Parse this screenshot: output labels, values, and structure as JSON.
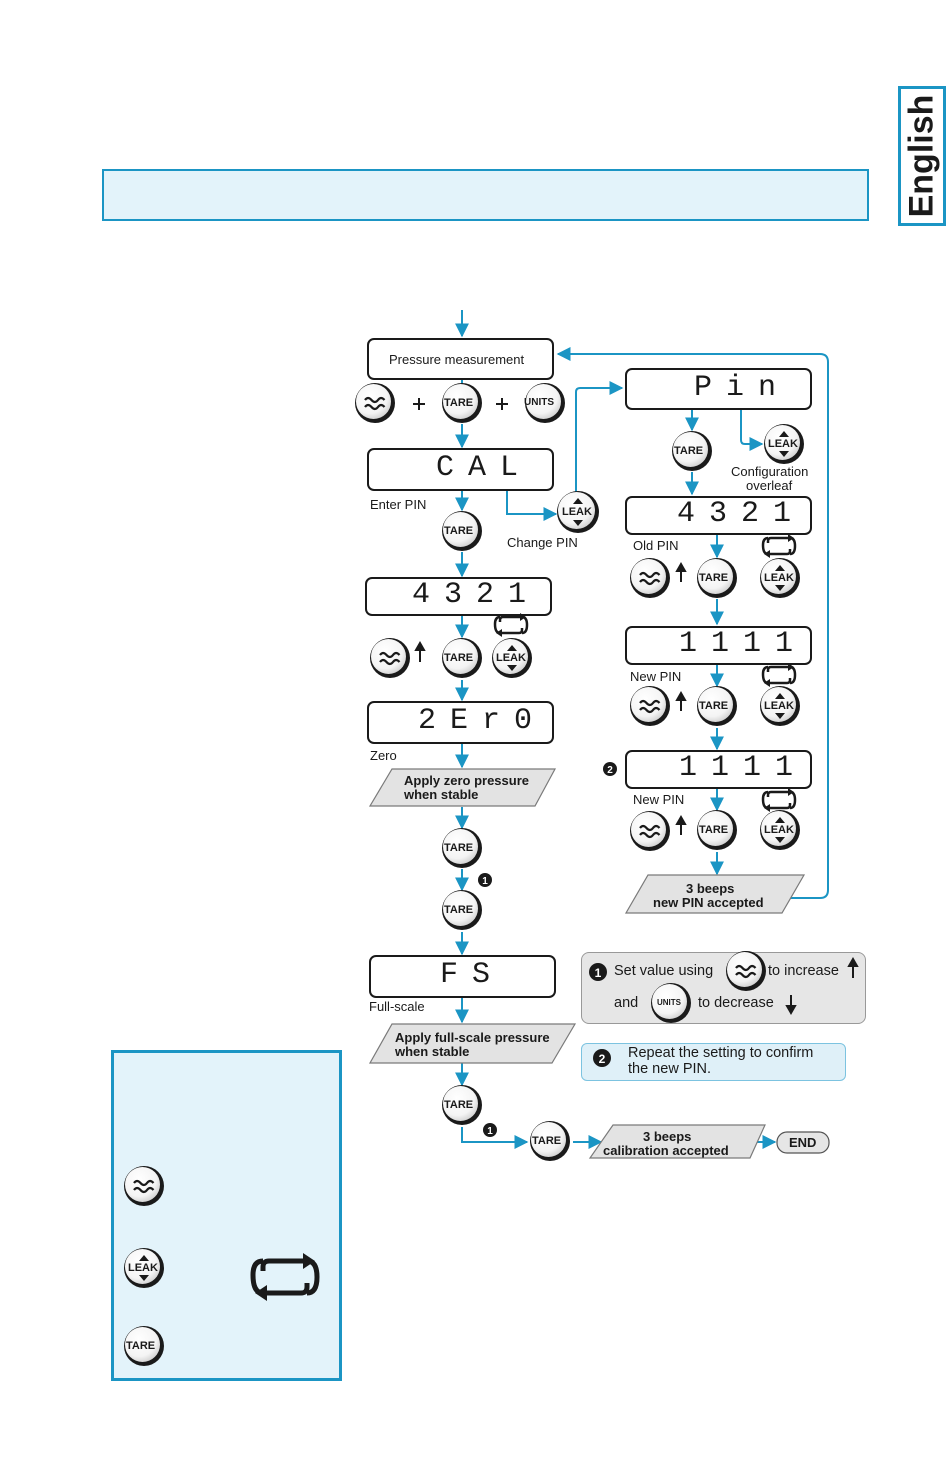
{
  "language_tab": "English",
  "flow": {
    "pressure_measurement": "Pressure measurement",
    "display_cal": "CAL",
    "display_pin": "Pin",
    "display_4321": "4321",
    "display_4321_b": "4321",
    "display_1111_a": "1111",
    "display_1111_b": "1111",
    "display_zero": "2Er0",
    "display_fs": "FS",
    "enter_pin": "Enter PIN",
    "change_pin": "Change PIN",
    "configuration": "Configuration",
    "overleaf": "overleaf",
    "old_pin": "Old PIN",
    "new_pin_1": "New PIN",
    "new_pin_2": "New PIN",
    "zero": "Zero",
    "full_scale": "Full-scale",
    "apply_zero_1": "Apply zero pressure",
    "apply_zero_2": "when stable",
    "apply_fs_1": "Apply full-scale pressure",
    "apply_fs_2": "when stable",
    "beeps_pin_1": "3 beeps",
    "beeps_pin_2": "new PIN accepted",
    "beeps_cal_1": "3 beeps",
    "beeps_cal_2": "calibration accepted",
    "end": "END"
  },
  "buttons": {
    "tare": "TARE",
    "units": "UNITS",
    "leak": "LEAK"
  },
  "notes": {
    "n1_line1_a": "Set value using",
    "n1_line1_b": "to increase",
    "n1_line2_a": "and",
    "n1_line2_b": "to decrease",
    "n2_line1": "Repeat the setting to confirm",
    "n2_line2": "the new PIN."
  },
  "colors": {
    "accent": "#1b95c4",
    "panel_fill": "#e3f3fa",
    "note_gray": "#e6e6e6"
  }
}
